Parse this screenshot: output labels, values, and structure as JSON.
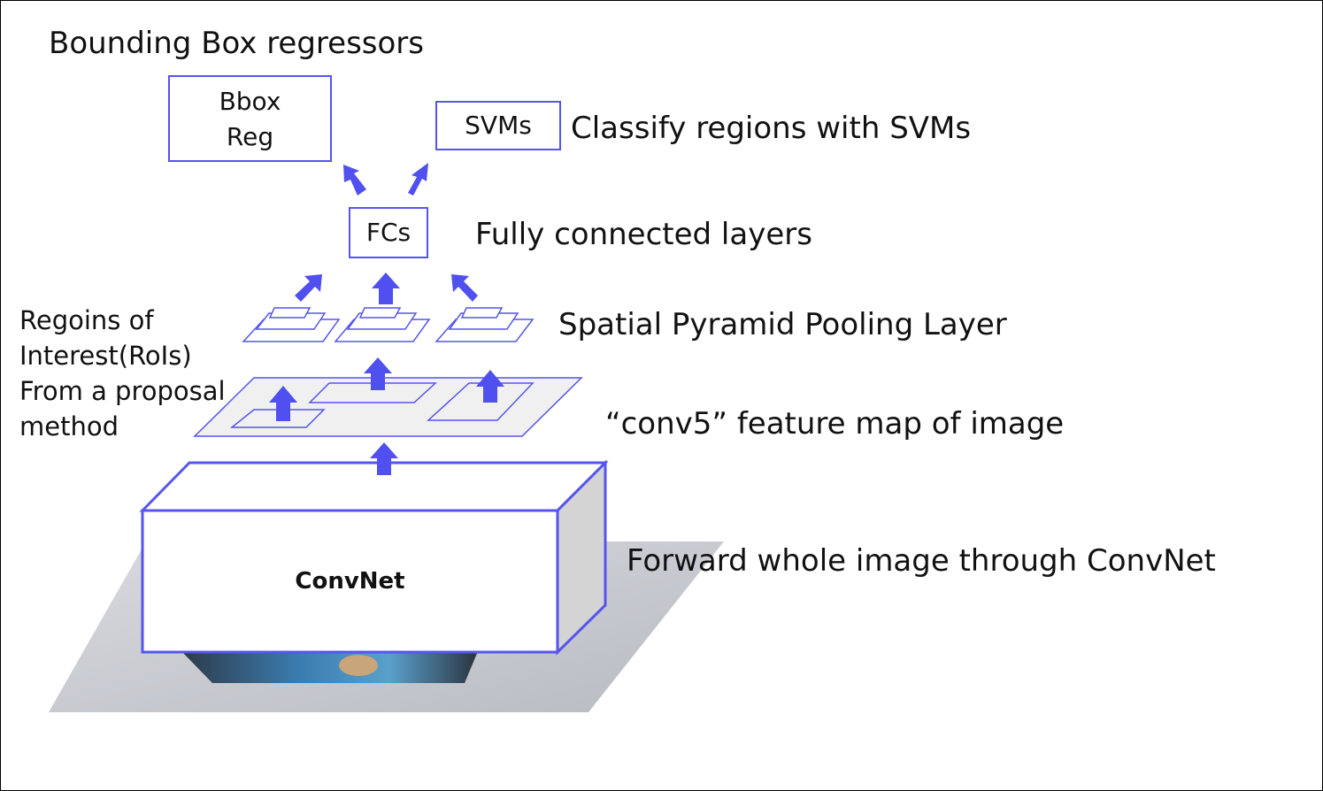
{
  "labels": {
    "bbox_regressors": "Bounding Box regressors",
    "classify": "Classify regions with SVMs",
    "fully_connected": "Fully connected layers",
    "spp_layer": "Spatial Pyramid Pooling Layer",
    "feature_map": "“conv5” feature map of image",
    "forward": "Forward whole image through ConvNet",
    "rois_line1": "Regoins of",
    "rois_line2": "Interest(RoIs)",
    "rois_line3": "From a proposal",
    "rois_line4": "method"
  },
  "boxes": {
    "bbox_line1": "Bbox",
    "bbox_line2": "Reg",
    "svms": "SVMs",
    "fcs": "FCs",
    "convnet": "ConvNet"
  },
  "colors": {
    "accent": "#5555EE",
    "arrow": "#5050F0",
    "box_side": "#D4D4D4",
    "feature_map_fill": "#F0F0F0",
    "image_ground": "#C9CCD2"
  }
}
